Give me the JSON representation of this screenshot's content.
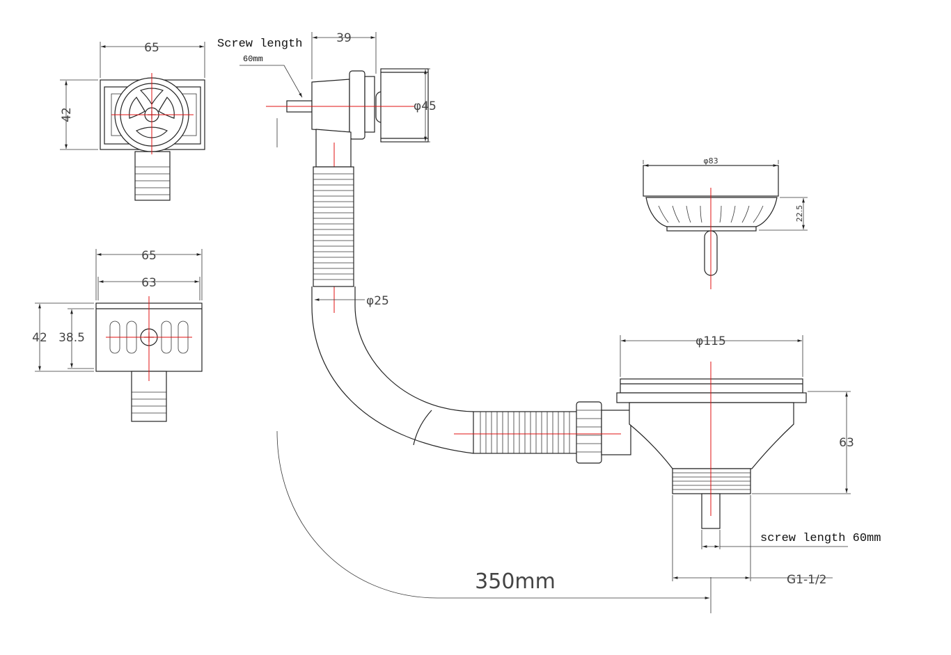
{
  "top_view": {
    "width_label": "65",
    "height_label": "42"
  },
  "front_view": {
    "outer_width_label": "65",
    "inner_width_label": "63",
    "outer_height_label": "42",
    "inner_height_label": "38.5"
  },
  "overflow": {
    "screw_note": "Screw length",
    "screw_value": "60mm",
    "depth_label": "39",
    "diameter_label": "φ45"
  },
  "hose": {
    "diameter_label": "φ25",
    "length_label": "350mm"
  },
  "strainer_basket": {
    "diameter_label": "φ83",
    "height_label": "22.5"
  },
  "waste_body": {
    "diameter_label": "φ115",
    "height_label": "63",
    "screw_note": "screw length 60mm",
    "thread_label": "G1-1/2"
  },
  "colors": {
    "centerline": "#e01010",
    "line": "#222222"
  }
}
